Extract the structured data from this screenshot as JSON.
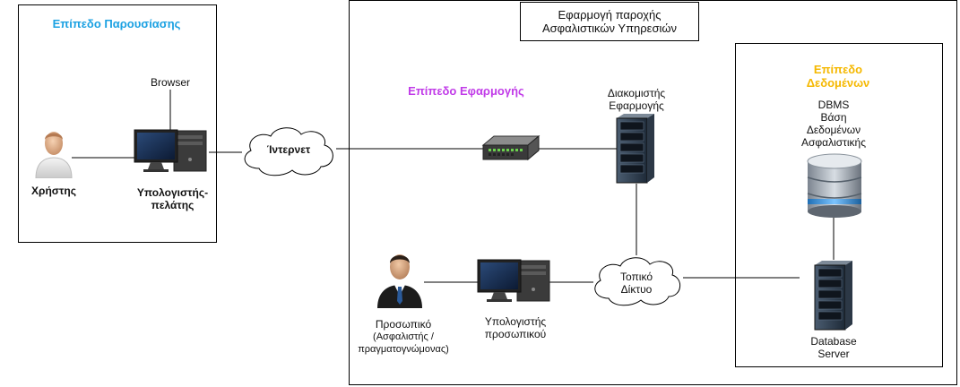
{
  "presentation_tier": {
    "title": "Επίπεδο Παρουσίασης",
    "title_color": "#1ba1e2"
  },
  "application_box": {
    "title": "Εφαρμογή παροχής\nΑσφαλιστικών Υπηρεσιών"
  },
  "application_tier": {
    "title": "Επίπεδο Εφαρμογής",
    "title_color": "#c13be8"
  },
  "data_tier": {
    "title": "Επίπεδο\nΔεδομένων",
    "title_color": "#f5b800"
  },
  "nodes": {
    "user": "Χρήστης",
    "browser": "Browser",
    "client_pc": "Υπολογιστής-\nπελάτης",
    "internet": "Ίντερνετ",
    "app_server": "Διακομιστής\nΕφαρμογής",
    "dbms": "DBMS\nΒάση\nΔεδομένων\nΑσφαλιστικής",
    "local_network": "Τοπικό\nΔίκτυο",
    "staff": "Προσωπικό",
    "staff_role": "(Ασφαλιστής /\nπραγματογνώμονας)",
    "staff_pc": "Υπολογιστής\nπροσωπικού",
    "db_server": "Database\nServer"
  }
}
